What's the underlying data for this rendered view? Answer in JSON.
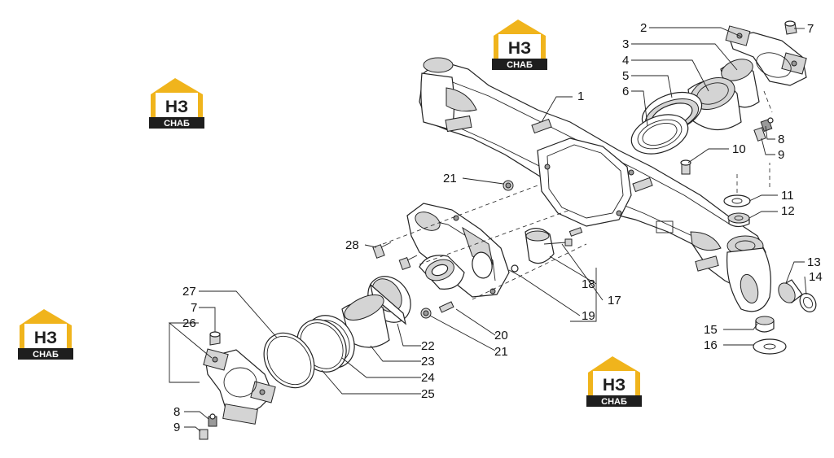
{
  "logo": {
    "big": "НЗ",
    "small": "СНАБ",
    "house_color": "#f0b41c",
    "dark_color": "#1e1e1e"
  },
  "labels": {
    "l1": "1",
    "l2": "2",
    "l3": "3",
    "l4": "4",
    "l5": "5",
    "l6": "6",
    "l7a": "7",
    "l7b": "7",
    "l8a": "8",
    "l8b": "8",
    "l9a": "9",
    "l9b": "9",
    "l10": "10",
    "l11": "11",
    "l12": "12",
    "l13": "13",
    "l14": "14",
    "l15": "15",
    "l16": "16",
    "l17": "17",
    "l18": "18",
    "l19": "19",
    "l20": "20",
    "l21a": "21",
    "l21b": "21",
    "l22": "22",
    "l23": "23",
    "l24": "24",
    "l25": "25",
    "l26": "26",
    "l27": "27",
    "l28": "28"
  }
}
